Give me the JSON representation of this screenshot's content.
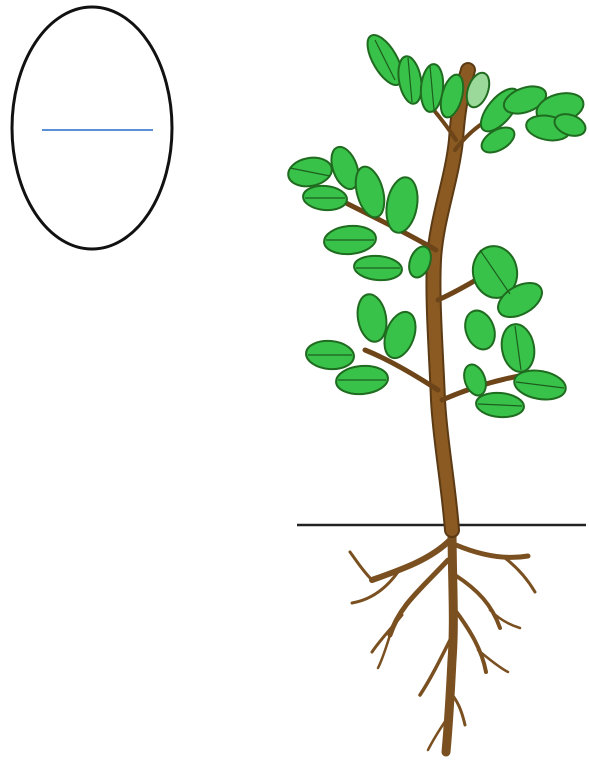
{
  "figure": {
    "label_oval": {
      "label_text": ""
    },
    "plant": {
      "parts": [
        "leaves",
        "stem",
        "roots"
      ]
    },
    "colors": {
      "leaf_fill": "#39c24a",
      "leaf_edge": "#1f6b1f",
      "leaf_vein": "#1d5e1d",
      "stem": "#8a5a22",
      "stem_edge": "#5c3a14",
      "root": "#7a5020",
      "oval_stroke": "#111111",
      "label_line": "#5b8fd6",
      "ground_line": "#222222"
    }
  }
}
